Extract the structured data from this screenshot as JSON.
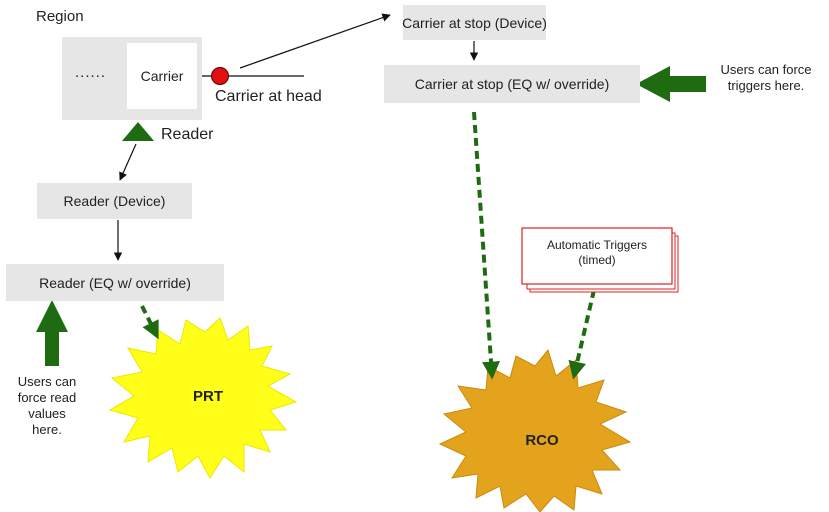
{
  "region": {
    "title": "Region",
    "dots": "......",
    "carrier_label": "Carrier"
  },
  "carrier_at_head": "Carrier at head",
  "reader_label": "Reader",
  "boxes": {
    "carrier_device": "Carrier at stop (Device)",
    "carrier_eq": "Carrier at stop (EQ w/ override)",
    "reader_device": "Reader (Device)",
    "reader_eq": "Reader (EQ w/ override)"
  },
  "notes": {
    "force_triggers": [
      "Users can force",
      "triggers here."
    ],
    "force_read": [
      "Users can",
      "force read",
      "values",
      "here."
    ],
    "automatic_triggers": [
      "Automatic Triggers",
      "(timed)"
    ]
  },
  "bursts": {
    "prt": "PRT",
    "rco": "RCO"
  },
  "colors": {
    "box_fill": "#e6e6e6",
    "green_arrow": "#1e6b12",
    "dashed_arrow": "#1e6b12",
    "prt_fill": "#ffff1a",
    "rco_fill": "#e3a31c",
    "marker_red": "#e01010",
    "note_border": "#e02020"
  }
}
